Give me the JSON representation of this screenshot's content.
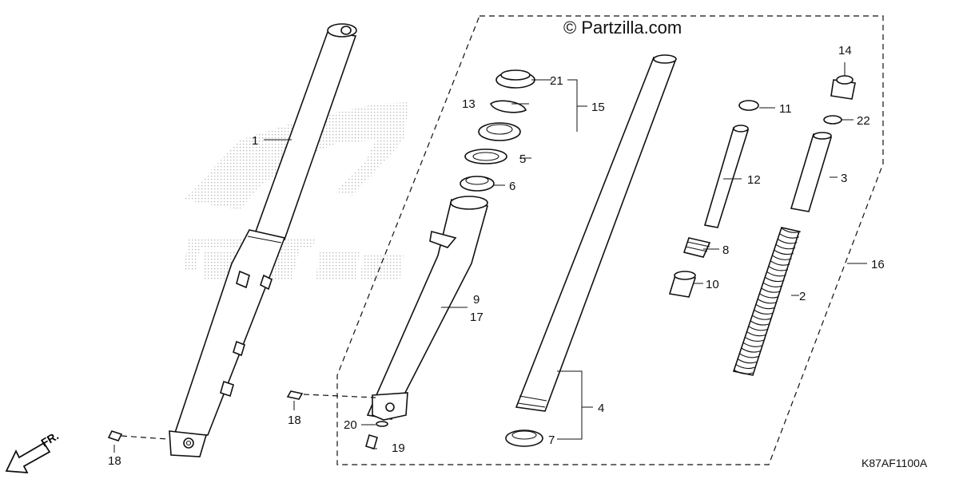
{
  "copyright": "© Partzilla.com",
  "diagram_code": "K87AF1100A",
  "direction_label": "FR.",
  "labels": {
    "l1": "1",
    "l2": "2",
    "l3": "3",
    "l4": "4",
    "l5": "5",
    "l6": "6",
    "l7": "7",
    "l8": "8",
    "l9": "9",
    "l10": "10",
    "l11": "11",
    "l12": "12",
    "l13": "13",
    "l14": "14",
    "l15": "15",
    "l16": "16",
    "l17": "17",
    "l18a": "18",
    "l18b": "18",
    "l19": "19",
    "l20": "20",
    "l21": "21",
    "l22": "22"
  }
}
